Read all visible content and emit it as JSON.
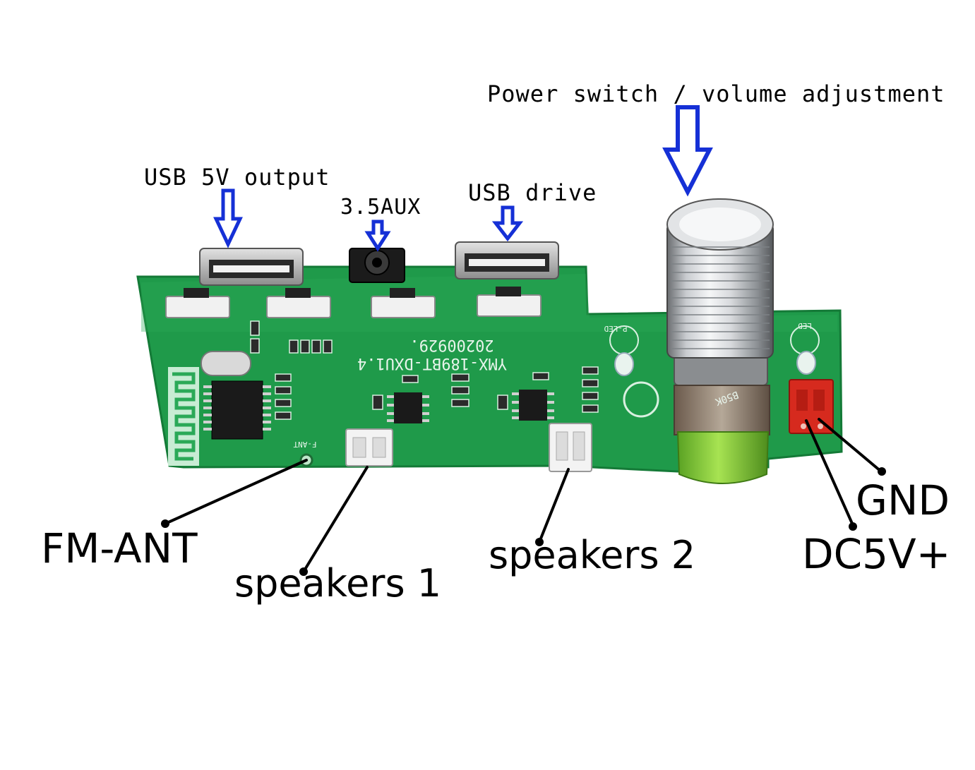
{
  "labels": {
    "power_switch": "Power switch / volume adjustment",
    "usb_output": "USB 5V output",
    "aux": "3.5AUX",
    "usb_drive": "USB drive",
    "fm_ant": "FM-ANT",
    "speakers1": "speakers 1",
    "speakers2": "speakers 2",
    "gnd": "GND",
    "dc5v": "DC5V+"
  },
  "pcb": {
    "model": "YMX-189BT-DXU1.4",
    "date": "20200929.",
    "pot_marking": "B50K",
    "led_left": "P-LED",
    "led_right": "LED",
    "ant_marking": "F-ANT"
  },
  "colors": {
    "pcb_green": "#1f9a4a",
    "arrow_blue": "#1530d6",
    "connector_red": "#d62a1e",
    "knob_green": "#8fd63a"
  }
}
